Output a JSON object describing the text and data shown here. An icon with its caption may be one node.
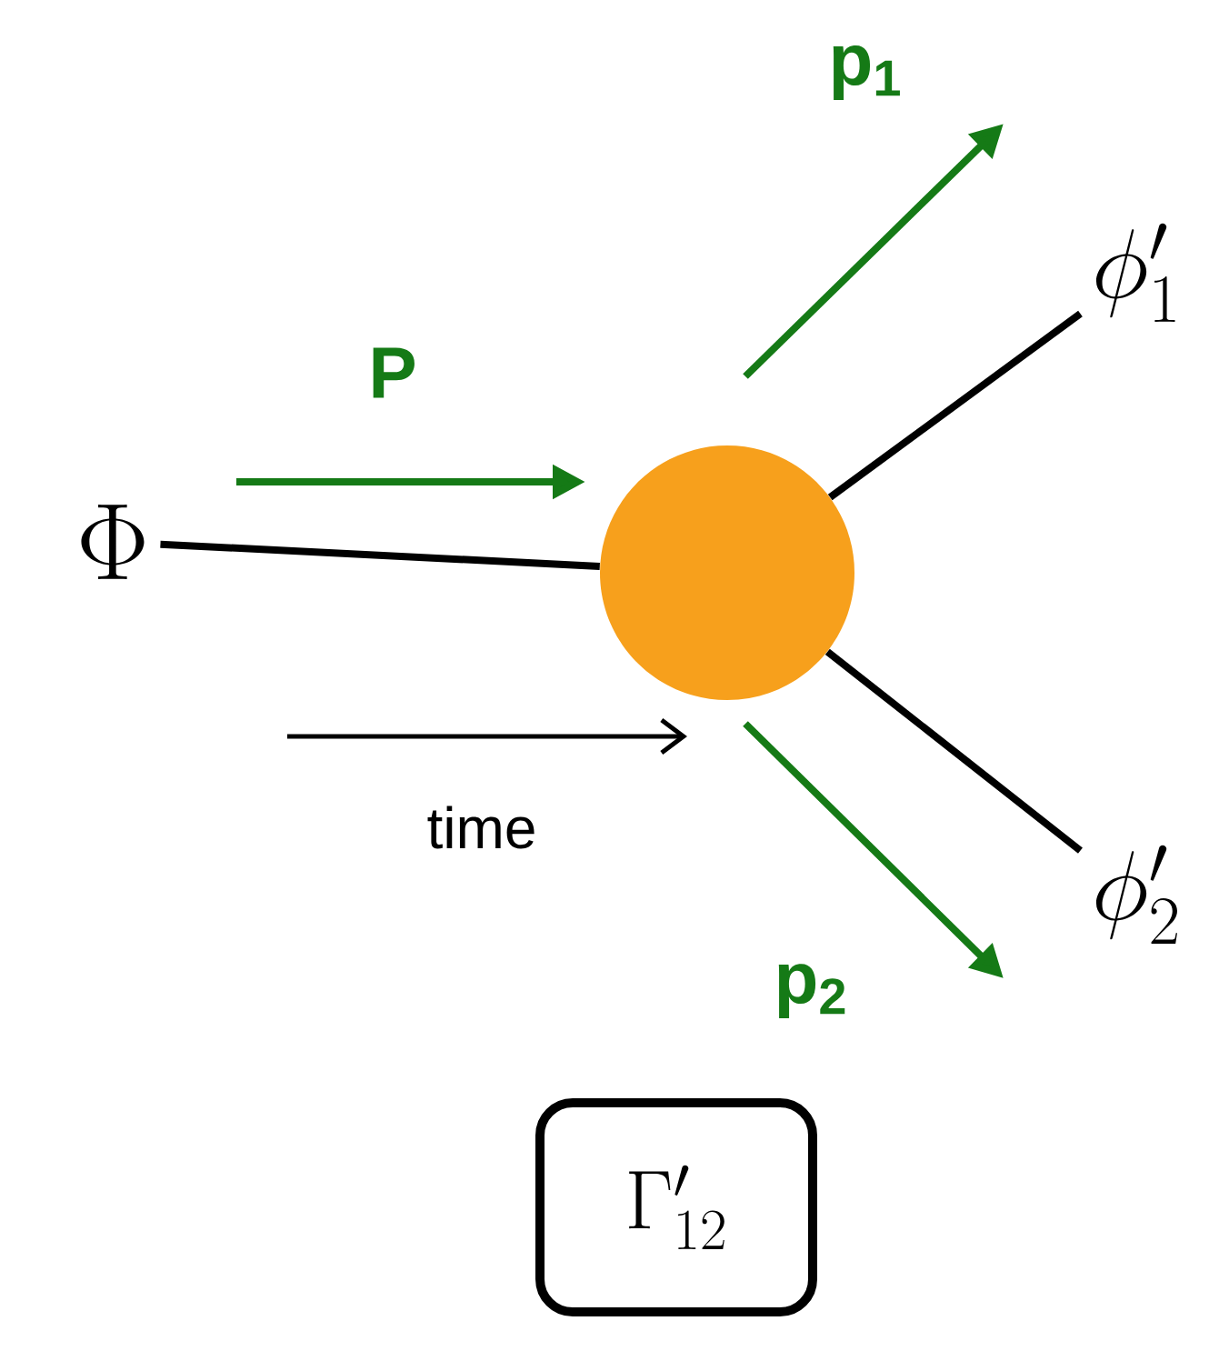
{
  "diagram": {
    "nodes": [
      {
        "text": [
          "\\Phi"
        ]
      },
      {
        "text": [],
        "shape": "circle"
      },
      {
        "text": [
          "\\phi'_1"
        ]
      },
      {
        "text": [
          "\\phi'_2"
        ]
      },
      {
        "text": [
          "\\Gamma'_{12}"
        ]
      }
    ],
    "edges": [
      {
        "from": 0,
        "to": 1,
        "arrow": "none"
      },
      {
        "from": 1,
        "to": 2,
        "arrow": "none"
      },
      {
        "from": 1,
        "to": 3,
        "arrow": "none"
      }
    ],
    "labels": [
      "P",
      "p$_{1}$",
      "p$_{2}$",
      "time"
    ]
  }
}
